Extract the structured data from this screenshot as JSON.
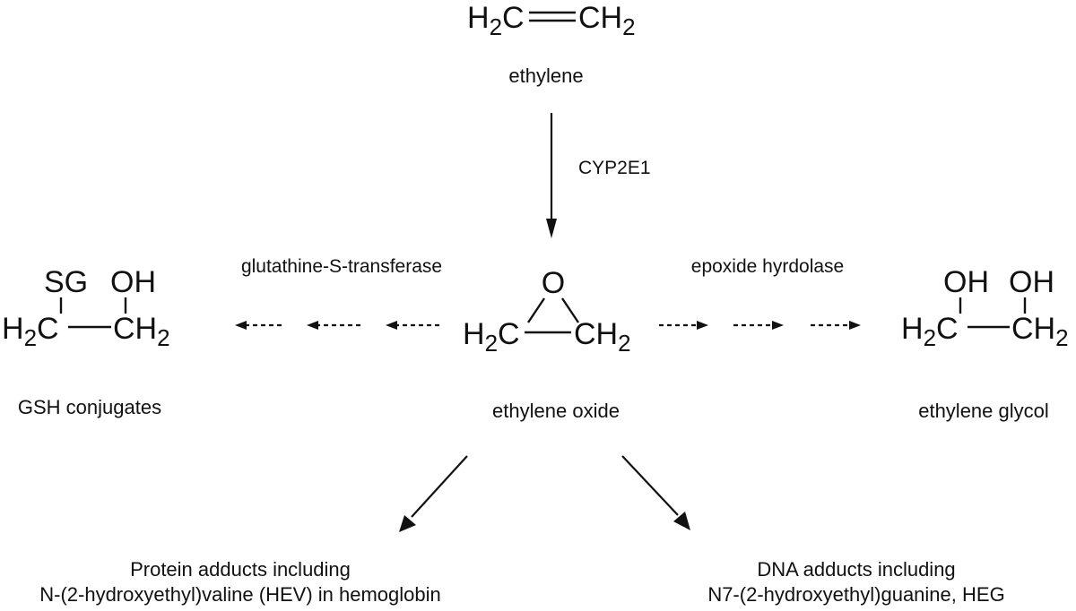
{
  "ethylene": {
    "left_group": "H",
    "left_sub": "2",
    "left_tail": "C",
    "right_group": "CH",
    "right_sub": "2",
    "name": "ethylene"
  },
  "step1": {
    "enzyme": "CYP2E1"
  },
  "ethylene_oxide": {
    "ring_atom": "O",
    "left_group": "H",
    "left_sub": "2",
    "left_tail": "C",
    "right_group": "CH",
    "right_sub": "2",
    "name": "ethylene oxide"
  },
  "gsh": {
    "top_left": "SG",
    "top_right": "OH",
    "left_group": "H",
    "left_sub": "2",
    "left_tail": "C",
    "right_group": "CH",
    "right_sub": "2",
    "name": "GSH conjugates",
    "enzyme": "glutathine-S-transferase"
  },
  "glycol": {
    "top_left": "OH",
    "top_right": "OH",
    "left_group": "H",
    "left_sub": "2",
    "left_tail": "C",
    "right_group": "CH",
    "right_sub": "2",
    "name": "ethylene glycol",
    "enzyme": "epoxide hyrdolase"
  },
  "protein": {
    "line1": "Protein adducts including",
    "line2": "N-(2-hydroxyethyl)valine (HEV) in hemoglobin"
  },
  "dna": {
    "line1": "DNA adducts including",
    "line2": "N7-(2-hydroxyethyl)guanine, HEG"
  }
}
